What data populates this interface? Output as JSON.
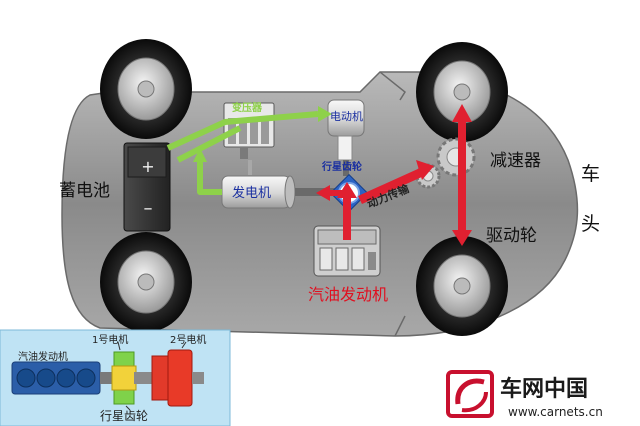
{
  "labels": {
    "battery": "蓄电池",
    "inverter": "变压器",
    "motor": "电动机",
    "planetary_gear": "行星齿轮",
    "generator": "发电机",
    "power_transmission": "动力传输",
    "reducer": "减速器",
    "drive_wheel": "驱动轮",
    "gasoline_engine": "汽油发动机",
    "car_head_1": "车",
    "car_head_2": "头",
    "plus_sign": "+",
    "minus_sign": "–"
  },
  "inset": {
    "engine": "汽油发动机",
    "motor1": "1号电机",
    "motor2": "2号电机",
    "planetary_gear": "行星齿轮"
  },
  "logo": {
    "name": "车网中国",
    "url": "www.carnets.cn"
  },
  "colors": {
    "green_flow": "#8ed14a",
    "red_flow": "#e02030",
    "label_red": "#e01020",
    "label_blue": "#1a2fa0",
    "body_gray": "#8e8e8e"
  }
}
